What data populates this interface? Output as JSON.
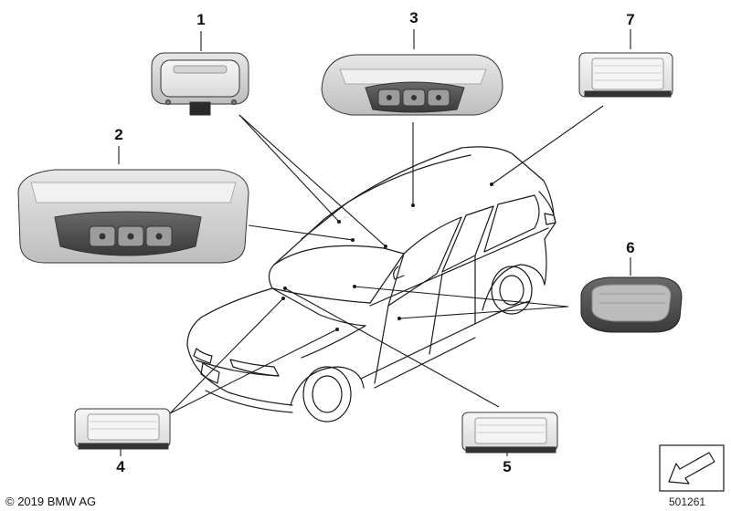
{
  "parts": [
    {
      "number": "1",
      "kind": "interior-light-module"
    },
    {
      "number": "2",
      "kind": "front-roof-console-with-switch-panel"
    },
    {
      "number": "3",
      "kind": "rear-roof-console-with-switch-panel"
    },
    {
      "number": "4",
      "kind": "footwell-light"
    },
    {
      "number": "5",
      "kind": "door-courtesy-light"
    },
    {
      "number": "6",
      "kind": "oval-interior-light"
    },
    {
      "number": "7",
      "kind": "cargo-area-light"
    }
  ],
  "footer": {
    "copyright": "© 2019 BMW AG",
    "reference_number": "501261"
  },
  "colors": {
    "line": "#1a1a1a",
    "part_fill_light": "#ececec",
    "part_fill_mid": "#c9c9c9",
    "part_fill_dark": "#555555"
  }
}
